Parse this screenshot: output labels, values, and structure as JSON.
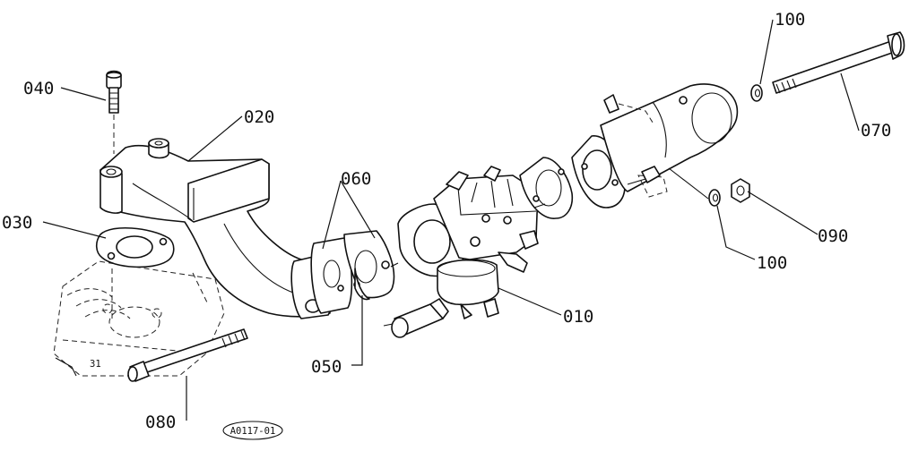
{
  "callouts": {
    "c010": "010",
    "c020": "020",
    "c030": "030",
    "c040": "040",
    "c050": "050",
    "c060": "060",
    "c070": "070",
    "c080": "080",
    "c090": "090",
    "c100a": "100",
    "c100b": "100"
  },
  "figure_code": "A0117-01"
}
